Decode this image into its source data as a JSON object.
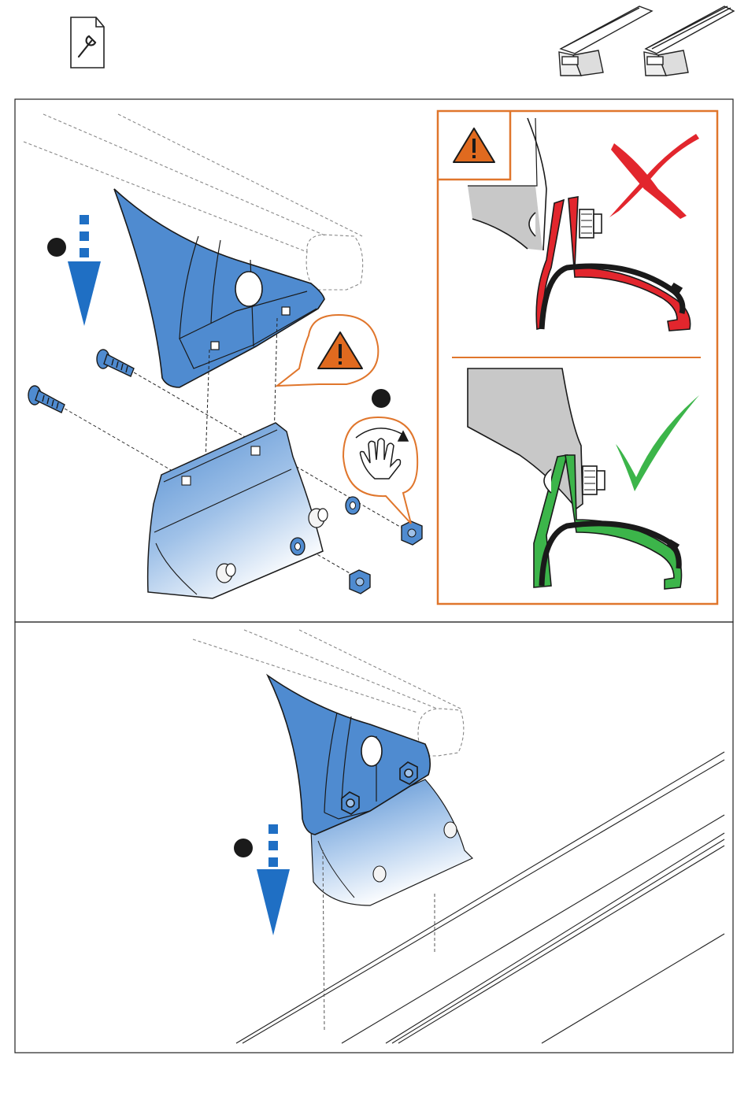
{
  "header": {
    "manual_icon": "document-wrench-icon",
    "product_icons": [
      "roof-bar-aluminium-icon",
      "roof-bar-steel-icon"
    ]
  },
  "colors": {
    "part_blue": "#4f8bd0",
    "arrow_blue": "#1f6fc4",
    "warning_orange": "#e06a1f",
    "frame_orange": "#e0762c",
    "wrong_red": "#e2262d",
    "correct_green": "#3cb54a",
    "grey_part": "#c8c8c8",
    "outline": "#1a1a1a"
  },
  "steps": [
    {
      "id": "step-1",
      "marker": "dot",
      "action": "push-down"
    },
    {
      "id": "step-2",
      "marker": "dot",
      "action": "hand-tighten"
    },
    {
      "id": "step-3",
      "marker": "dot",
      "action": "push-down"
    }
  ],
  "callouts": {
    "warning": "warning-triangle-icon",
    "hand_tighten": "hand-rotate-icon",
    "wrong": "red-cross-icon",
    "correct": "green-check-icon"
  }
}
